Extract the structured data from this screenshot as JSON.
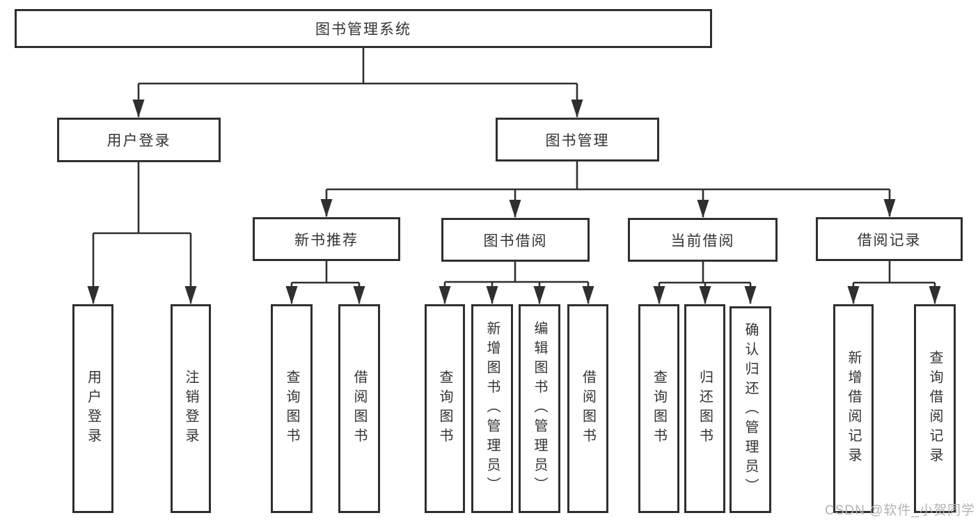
{
  "diagram": {
    "root": "图书管理系统",
    "level2": [
      "用户登录",
      "图书管理"
    ],
    "level3": [
      "新书推荐",
      "图书借阅",
      "当前借阅",
      "借阅记录"
    ],
    "leaves": {
      "user_login": [
        "用户登录",
        "注销登录"
      ],
      "new_book": [
        "查询图书",
        "借阅图书"
      ],
      "book_borrow": [
        "查询图书",
        "新增图书（管理员）",
        "编辑图书（管理员）",
        "借阅图书"
      ],
      "current_borrow": [
        "查询图书",
        "归还图书",
        "确认归还（管理员）"
      ],
      "borrow_record": [
        "新增借阅记录",
        "查询借阅记录"
      ]
    }
  },
  "watermark": "CSDN @软件_小贺同学",
  "colors": {
    "line": "#2f2f2f",
    "text": "#333333",
    "watermark": "#b3b3b3"
  }
}
